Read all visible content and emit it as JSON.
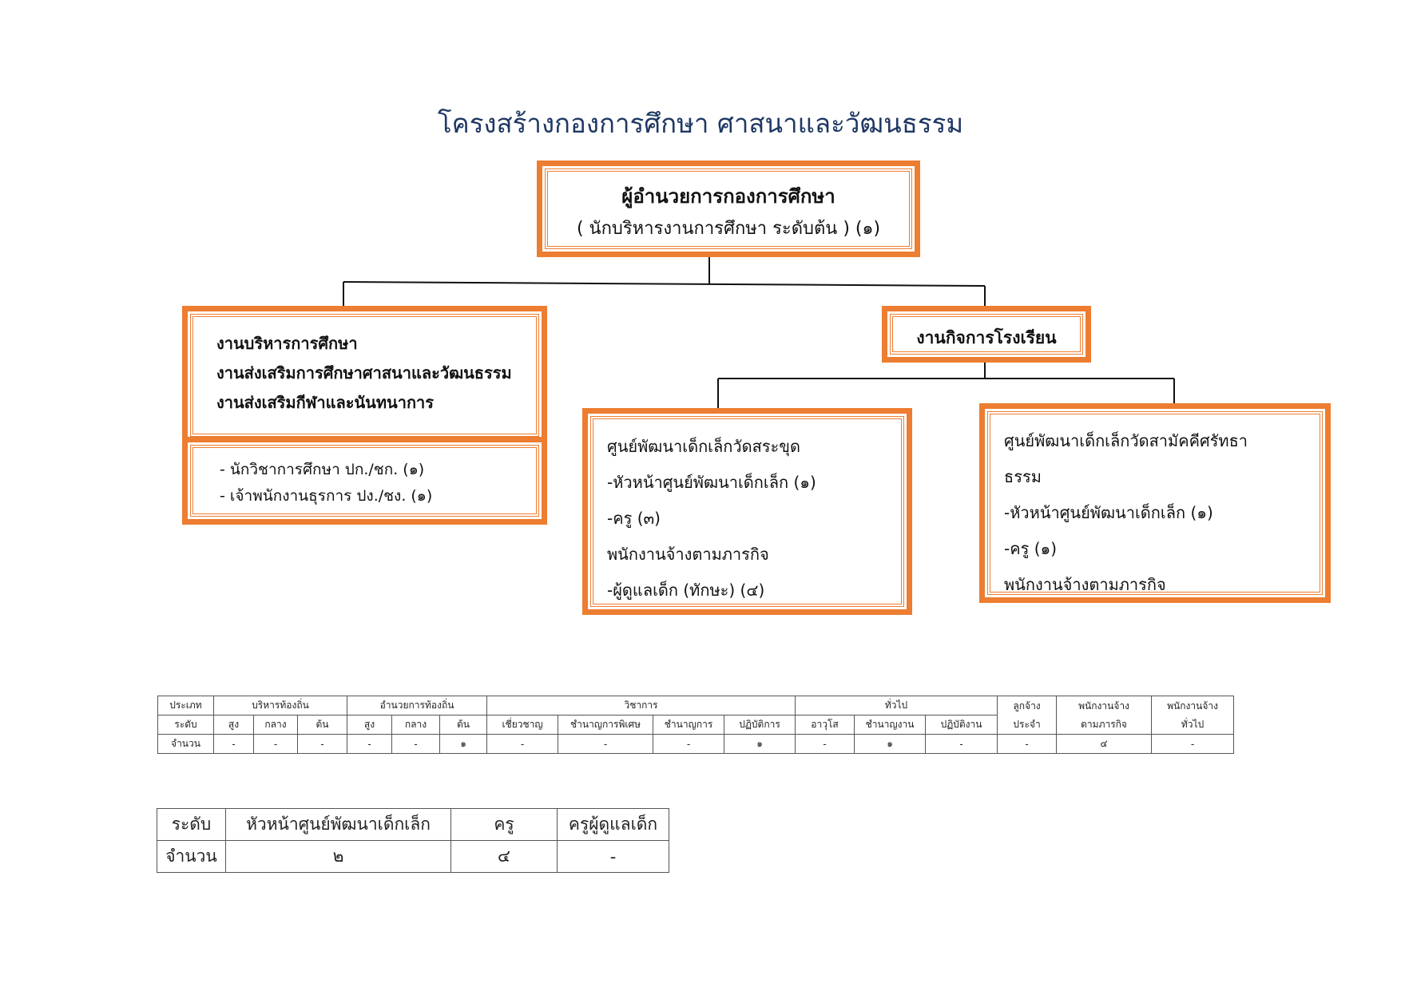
{
  "title": "โครงสร้างกองการศึกษา  ศาสนาและวัฒนธรรม",
  "director": {
    "title": "ผู้อำนวยการกองการศึกษา",
    "subtitle": "( นักบริหารงานการศึกษา ระดับต้น )  (๑)"
  },
  "left_unit": {
    "lines": [
      "งานบริหารการศึกษา",
      "งานส่งเสริมการศึกษาศาสนาและวัฒนธรรม",
      "งานส่งเสริมกีฬาและนันทนาการ"
    ],
    "staff": [
      "- นักวิชาการศึกษา ปก./ชก. (๑)",
      "-  เจ้าพนักงานธุรการ ปง./ชง.  (๑)"
    ]
  },
  "right_unit": {
    "title": "งานกิจการโรงเรียน"
  },
  "center_a": {
    "lines": [
      "ศูนย์พัฒนาเด็กเล็กวัดสระขุด",
      "-หัวหน้าศูนย์พัฒนาเด็กเล็ก (๑)",
      "-ครู (๓)",
      "พนักงานจ้างตามภารกิจ",
      "-ผู้ดูแลเด็ก (ทักษะ) (๔)"
    ]
  },
  "center_b": {
    "lines": [
      "ศูนย์พัฒนาเด็กเล็กวัดสามัคคีศรัทธา",
      "ธรรม",
      "-หัวหน้าศูนย์พัฒนาเด็กเล็ก (๑)",
      "-ครู (๑)",
      "พนักงานจ้างตามภารกิจ"
    ]
  },
  "staff_table": {
    "row1": {
      "type_label": "ประเภท",
      "groups": [
        "บริหารท้องถิ่น",
        "อำนวยการท้องถิ่น",
        "วิชาการ",
        "ทั่วไป",
        "ลูกจ้าง\nประจำ",
        "พนักงานจ้าง\nตามภารกิจ",
        "พนักงานจ้าง\nทั่วไป"
      ]
    },
    "row2": {
      "level_label": "ระดับ",
      "levels": [
        "สูง",
        "กลาง",
        "ต้น",
        "สูง",
        "กลาง",
        "ต้น",
        "เชี่ยวชาญ",
        "ชำนาญการพิเศษ",
        "ชำนาญการ",
        "ปฏิบัติการ",
        "อาวุโส",
        "ชำนาญงาน",
        "ปฏิบัติงาน"
      ]
    },
    "row3": {
      "count_label": "จำนวน",
      "counts": [
        "-",
        "-",
        "-",
        "-",
        "-",
        "๑",
        "-",
        "-",
        "-",
        "๑",
        "-",
        "๑",
        "-",
        "-",
        "๔",
        "-"
      ]
    }
  },
  "center_table": {
    "headers": [
      "ระดับ",
      "หัวหน้าศูนย์พัฒนาเด็กเล็ก",
      "ครู",
      "ครูผู้ดูแลเด็ก"
    ],
    "values": [
      "จำนวน",
      "๒",
      "๔",
      "-"
    ]
  },
  "colors": {
    "accent": "#ED7D31",
    "title": "#1f3864"
  }
}
